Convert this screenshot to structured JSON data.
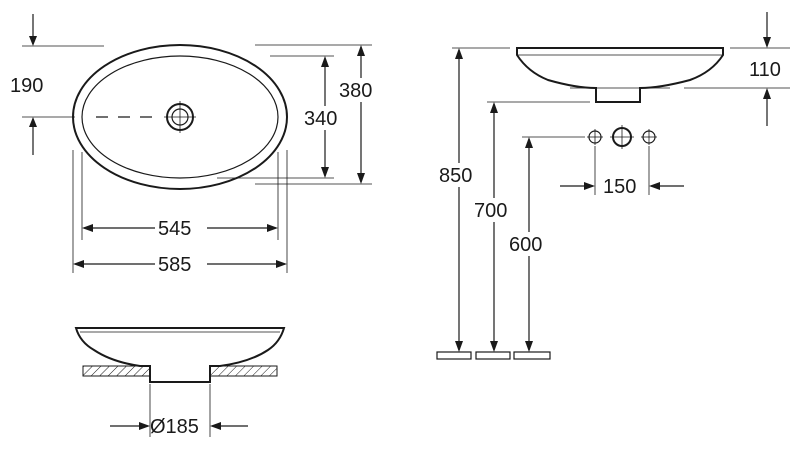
{
  "dimensions": {
    "top_height": "190",
    "outer_depth": "380",
    "inner_depth": "340",
    "inner_width": "545",
    "outer_width": "585",
    "drain_diameter": "Ø185",
    "basin_height": "110",
    "counter_850": "850",
    "counter_700": "700",
    "counter_600": "600",
    "tap_spacing": "150"
  },
  "colors": {
    "line": "#1a1a1a",
    "background": "#ffffff"
  }
}
